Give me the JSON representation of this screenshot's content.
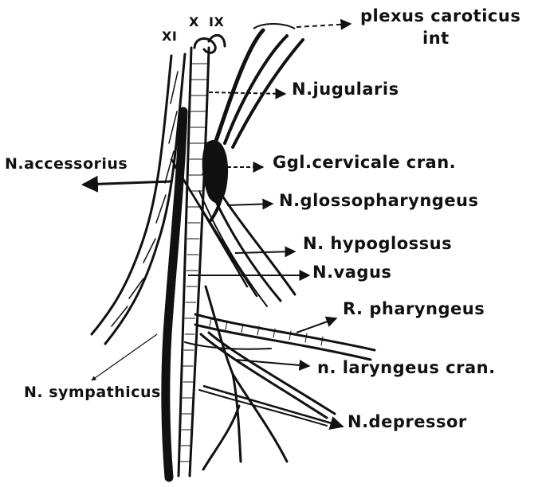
{
  "diagram": {
    "top_labels": {
      "xi": "XI",
      "x": "X",
      "ix": "IX"
    },
    "labels": {
      "plexus_line1": "plexus caroticus",
      "plexus_line2": "int",
      "jugularis": "N.jugularis",
      "accessorius": "N.accessorius",
      "ggl_cervicale": "Ggl.cervicale cran.",
      "glossopharyngeus": "N.glossopharyngeus",
      "hypoglossus": "N. hypoglossus",
      "vagus": "N.vagus",
      "r_pharyngeus": "R. pharyngeus",
      "laryngeus": "n. laryngeus cran.",
      "sympathicus": "N. sympathicus",
      "depressor": "N.depressor"
    },
    "colors": {
      "ink": "#111111",
      "background": "#ffffff"
    }
  }
}
